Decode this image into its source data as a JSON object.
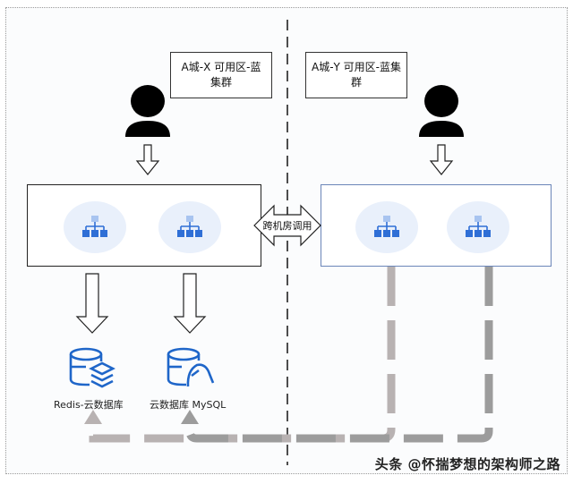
{
  "diagram": {
    "zones": [
      {
        "id": "x",
        "label": "A城-X 可用区-蓝集群"
      },
      {
        "id": "y",
        "label": "A城-Y 可用区-蓝集群"
      }
    ],
    "cross_call_label": "跨机房调用",
    "databases": [
      {
        "id": "redis",
        "label": "Redis-云数据库",
        "icon": "database-layers-icon"
      },
      {
        "id": "mysql",
        "label": "云数据库 MySQL",
        "icon": "database-dolphin-icon"
      }
    ],
    "nodes_per_cluster": 2,
    "node_icon": "network-hierarchy-icon",
    "user_icon": "user-icon",
    "colors": {
      "node_blue": "#2f6fd6",
      "node_light": "#a8c4f0",
      "node_bg": "#e9f0fb",
      "zone_y_border": "#6b85b8",
      "replication_gray": "#a9a6a6",
      "replication_dark": "#9a9a9a"
    }
  },
  "watermark": "头条 @怀揣梦想的架构师之路"
}
